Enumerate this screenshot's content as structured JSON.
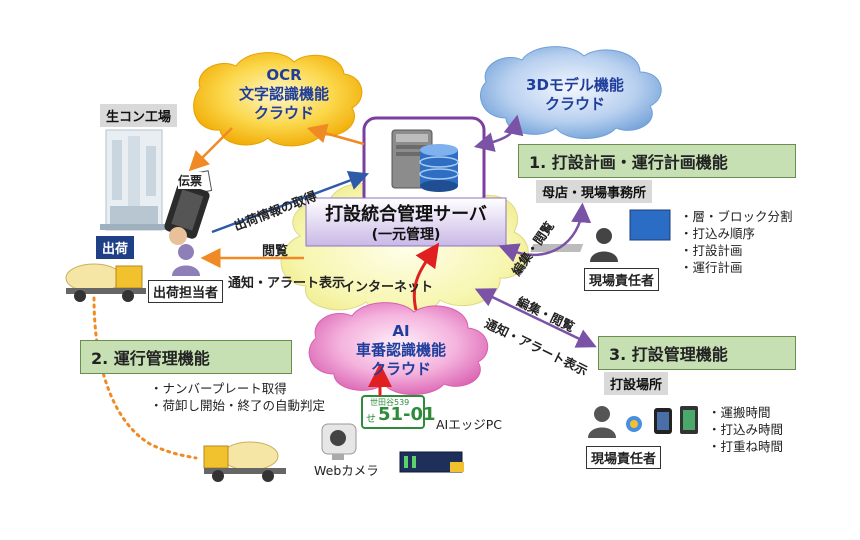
{
  "clouds": {
    "ocr": {
      "line1": "OCR",
      "line2": "文字認識機能",
      "line3": "クラウド"
    },
    "model3d": {
      "line1": "3Dモデル機能",
      "line2": "クラウド"
    },
    "internet": {
      "label": "インターネット"
    },
    "ai": {
      "line1": "AI",
      "line2": "車番認識機能",
      "line3": "クラウド"
    }
  },
  "server": {
    "title": "打設統合管理サーバ",
    "subtitle": "(一元管理)"
  },
  "factory": {
    "label": "生コン工場",
    "ship_label": "出荷",
    "slip_label": "伝票",
    "staff_label": "出荷担当者"
  },
  "arrows": {
    "shipping_info": "出荷情報の取得",
    "view": "閲覧",
    "notify1": "通知・アラート表示",
    "edit_view1": "編集・閲覧",
    "edit_view2": "編集・閲覧",
    "notify2": "通知・アラート表示"
  },
  "planning": {
    "heading": "1. 打設計画・運行計画機能",
    "office": "母店・現場事務所",
    "manager": "現場責任者",
    "items": [
      "・層・ブロック分割",
      "・打込み順序",
      "・打設計画",
      "・運行計画"
    ]
  },
  "operation": {
    "heading": "2. 運行管理機能",
    "items": [
      "・ナンバープレート取得",
      "・荷卸し開始・終了の自動判定"
    ],
    "camera_label": "Webカメラ",
    "edge_label": "AIエッジPC",
    "plate_top": "世田谷539",
    "plate_number": "51-01",
    "plate_prefix": "せ"
  },
  "placement": {
    "heading": "3. 打設管理機能",
    "site": "打設場所",
    "manager": "現場責任者",
    "items": [
      "・運搬時間",
      "・打込み時間",
      "・打重ね時間"
    ]
  },
  "colors": {
    "ocr_cloud": "#f7c21a",
    "model_cloud": "#6f9fd8",
    "ai_cloud": "#e57ac0",
    "internet_cloud": "#f3f19a",
    "arrow_orange": "#f08a24",
    "arrow_purple": "#7a52a6",
    "arrow_blue": "#2f5aa8",
    "arrow_red": "#e02020",
    "green_box": "#c6e0b4"
  }
}
